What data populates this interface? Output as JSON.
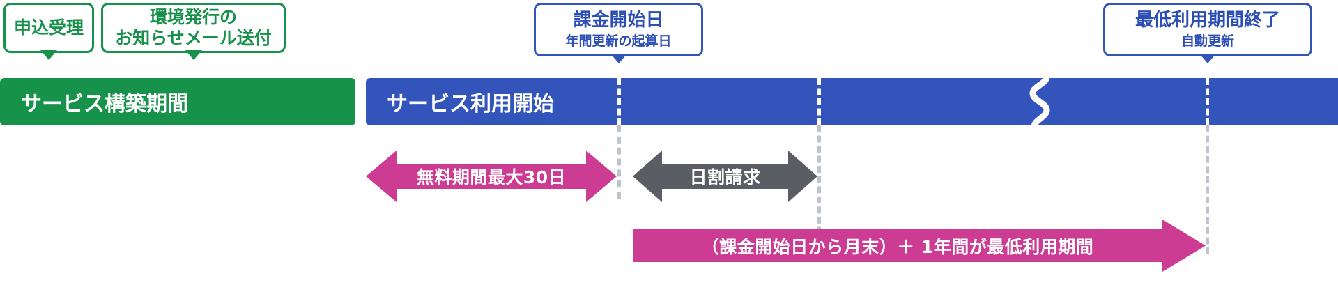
{
  "colors": {
    "green": "#17924b",
    "blue": "#3355bb",
    "blue_text": "#2d4fb5",
    "pink": "#cc3c93",
    "gray": "#5a5d63",
    "white": "#ffffff",
    "dash_offbar": "#bfc3cc"
  },
  "callouts": [
    {
      "id": "application-accepted",
      "style": "green",
      "title": "申込受理",
      "sub": ""
    },
    {
      "id": "environment-issued-mail",
      "style": "green",
      "title": "環境発行の\nお知らせメール送付",
      "sub": ""
    },
    {
      "id": "billing-start-date",
      "style": "blue",
      "title": "課金開始日",
      "sub": "年間更新の起算日"
    },
    {
      "id": "minimum-term-end",
      "style": "blue",
      "title": "最低利用期間終了",
      "sub": "自動更新"
    }
  ],
  "bars": [
    {
      "id": "service-build-period",
      "style": "green",
      "label": "サービス構築期間"
    },
    {
      "id": "service-usage-start",
      "style": "blue",
      "label": "サービス利用開始"
    }
  ],
  "arrows": [
    {
      "id": "free-period",
      "style": "pink",
      "heads": "both",
      "label": "無料期間最大30日"
    },
    {
      "id": "prorated-billing",
      "style": "gray",
      "heads": "both",
      "label": "日割請求"
    },
    {
      "id": "minimum-usage-period",
      "style": "pink",
      "heads": "right",
      "label": "（課金開始日から月末）＋ 1年間が最低利用期間"
    }
  ],
  "markers": [
    {
      "id": "marker-billing-start",
      "note": "dashed vertical line at billing start date"
    },
    {
      "id": "marker-month-end",
      "note": "dashed vertical line at month end"
    },
    {
      "id": "marker-term-end",
      "note": "dashed vertical line at minimum term end"
    }
  ]
}
